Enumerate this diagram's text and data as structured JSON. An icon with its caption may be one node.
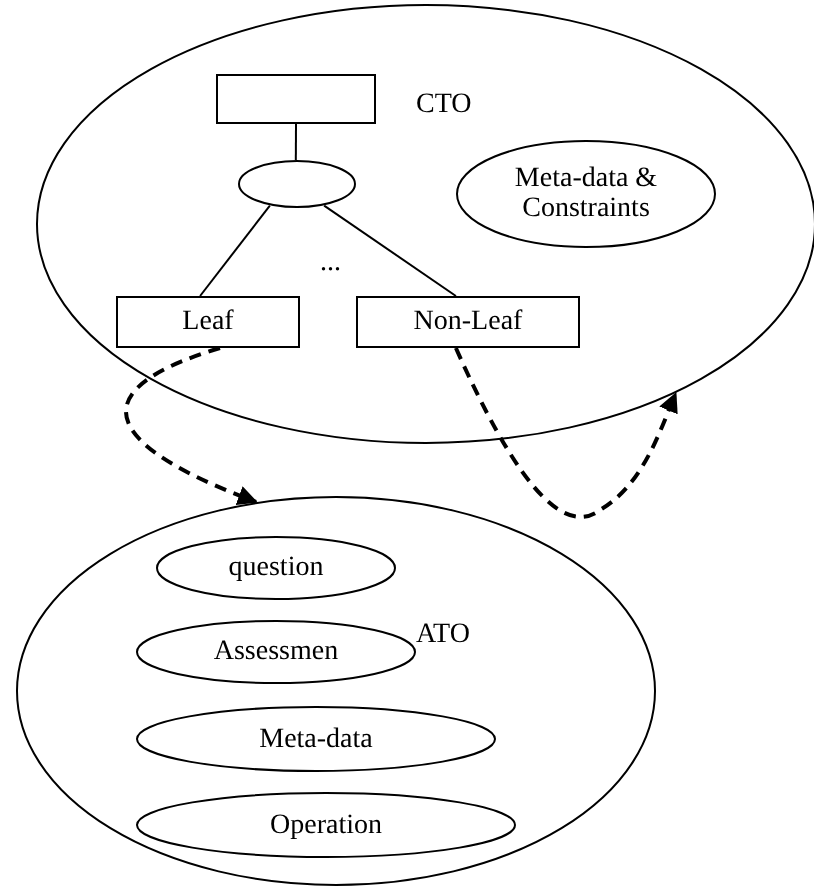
{
  "diagram": {
    "nodes": [
      {
        "text": [
          "CTO"
        ]
      },
      {
        "text": [],
        "shape": "box",
        "in": 0
      },
      {
        "text": [],
        "shape": "ellipse",
        "in": 0
      },
      {
        "text": [
          "Meta-data & Constraints"
        ],
        "in": 0
      },
      {
        "text": [
          "Leaf"
        ],
        "in": 0
      },
      {
        "text": [
          "Non-Leaf"
        ],
        "in": 0
      },
      {
        "text": [
          "ATO"
        ]
      },
      {
        "text": [
          "question"
        ],
        "in": 6
      },
      {
        "text": [
          "Assessmen"
        ],
        "in": 6
      },
      {
        "text": [
          "Meta-data"
        ],
        "in": 6
      },
      {
        "text": [
          "Operation"
        ],
        "in": 6
      }
    ],
    "edges": [
      {
        "from": 1,
        "to": 2,
        "arrow": "none"
      },
      {
        "from": 2,
        "to": 4,
        "arrow": "none"
      },
      {
        "from": 2,
        "to": 5,
        "arrow": "none"
      },
      {
        "from": 4,
        "to": 6,
        "arrow": "to",
        "style": "dashed"
      },
      {
        "from": 5,
        "to": 0,
        "arrow": "to",
        "style": "dashed"
      }
    ],
    "labels": [
      "..."
    ]
  }
}
